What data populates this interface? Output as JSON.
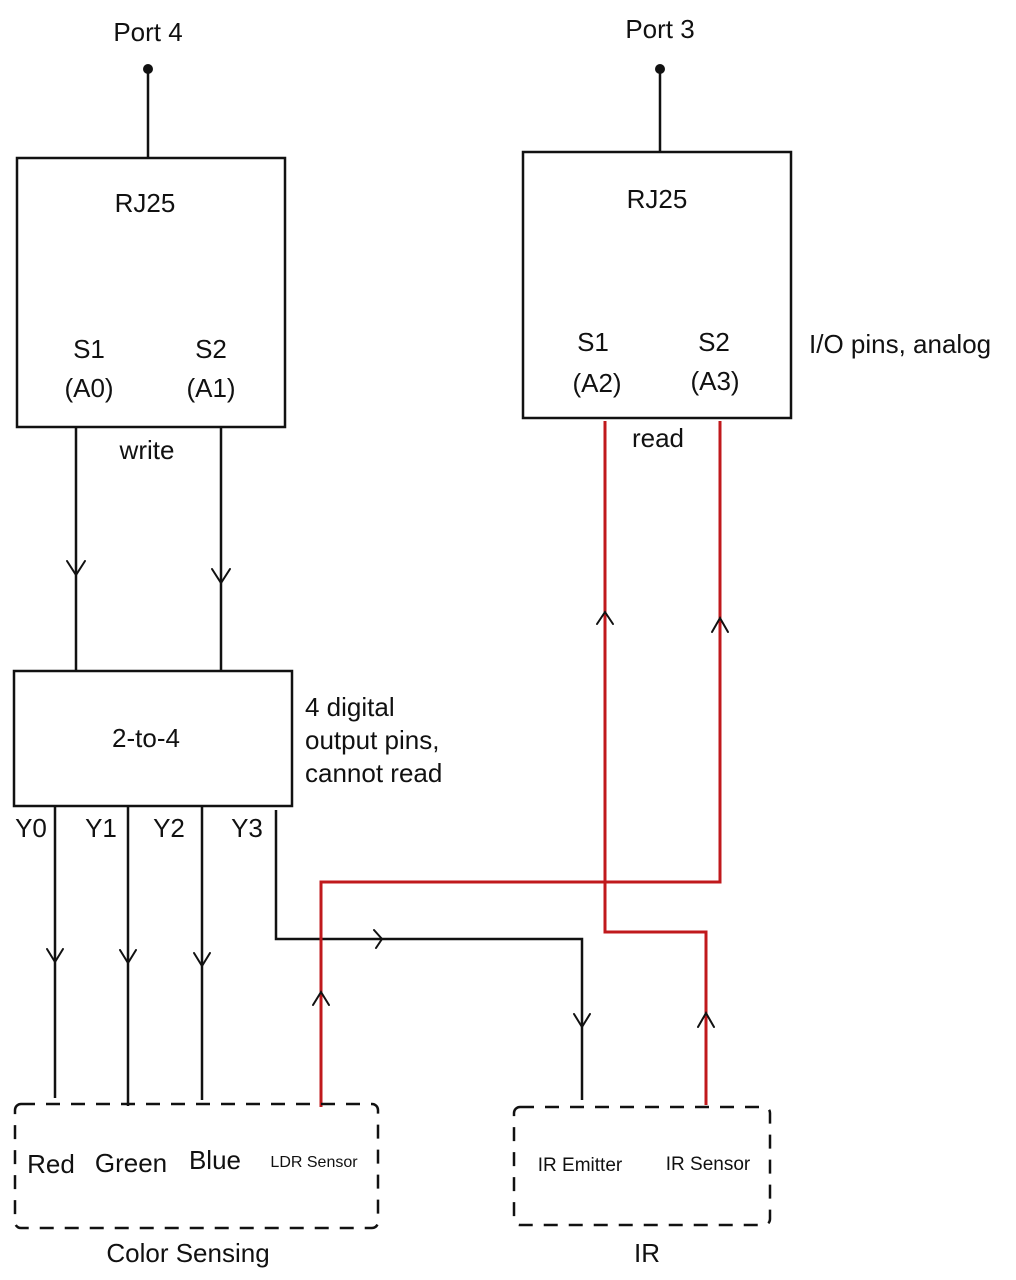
{
  "ports": {
    "left": {
      "label": "Port 4"
    },
    "right": {
      "label": "Port 3"
    }
  },
  "rj25_left": {
    "title": "RJ25",
    "s1": "S1",
    "s1_pin": "(A0)",
    "s2": "S2",
    "s2_pin": "(A1)",
    "wire_label": "write"
  },
  "rj25_right": {
    "title": "RJ25",
    "s1": "S1",
    "s1_pin": "(A2)",
    "s2": "S2",
    "s2_pin": "(A3)",
    "wire_label": "read",
    "side_note": "I/O pins, analog"
  },
  "decoder": {
    "title": "2-to-4",
    "note_lines": [
      "4 digital",
      "output pins,",
      "cannot read"
    ],
    "outputs": [
      "Y0",
      "Y1",
      "Y2",
      "Y3"
    ]
  },
  "color_sensing": {
    "group_label": "Color Sensing",
    "items": [
      "Red",
      "Green",
      "Blue",
      "LDR Sensor"
    ]
  },
  "ir": {
    "group_label": "IR",
    "items": [
      "IR Emitter",
      "IR Sensor"
    ]
  },
  "colors": {
    "line": "#111111",
    "read_wire": "#c0191c"
  }
}
